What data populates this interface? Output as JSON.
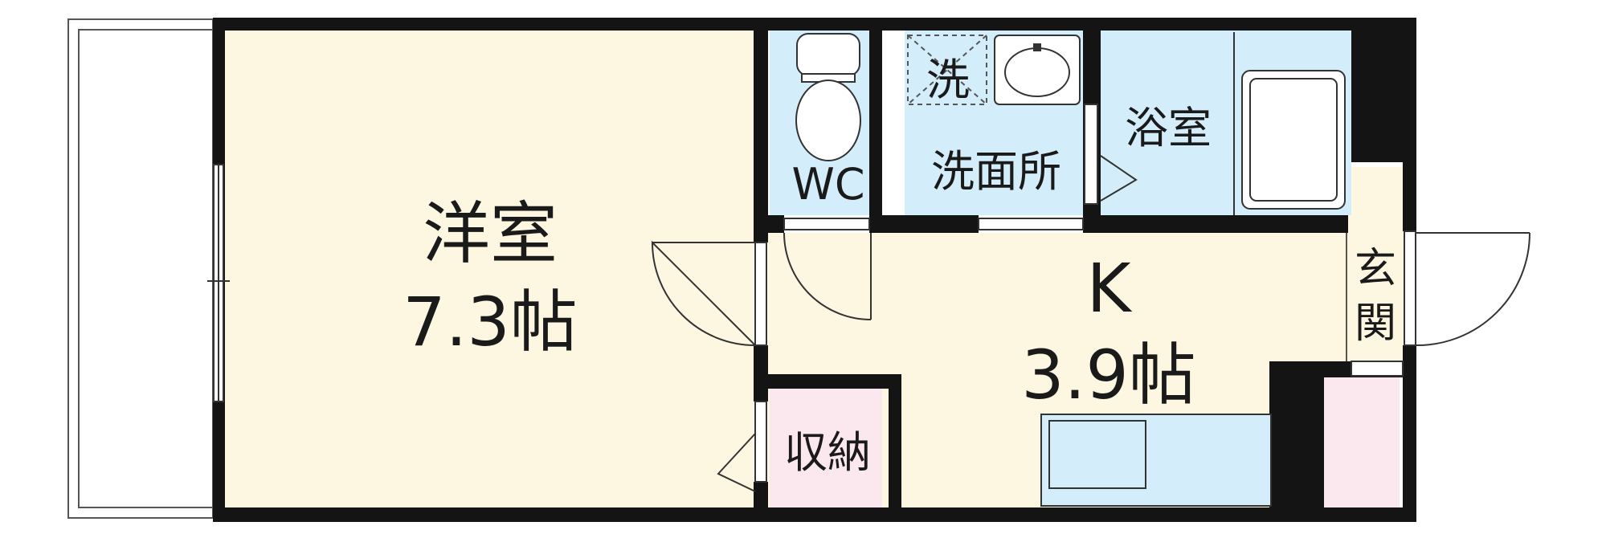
{
  "rooms": {
    "western": {
      "name": "洋室",
      "size": "7.3帖"
    },
    "kitchen": {
      "name": "K",
      "size": "3.9帖"
    },
    "wc": {
      "name": "WC"
    },
    "washroom": {
      "name": "洗面所"
    },
    "washer": {
      "name": "洗"
    },
    "bath": {
      "name": "浴室"
    },
    "entrance": {
      "chars": [
        "玄",
        "関"
      ]
    },
    "storage": {
      "name": "収納"
    }
  },
  "colors": {
    "western": "#fdf6e1",
    "kitchen": "#fdf6e1",
    "wet": "#d3eefa",
    "storage": "#fbe8ef",
    "wall": "#141414",
    "balcony_line": "#555555"
  }
}
